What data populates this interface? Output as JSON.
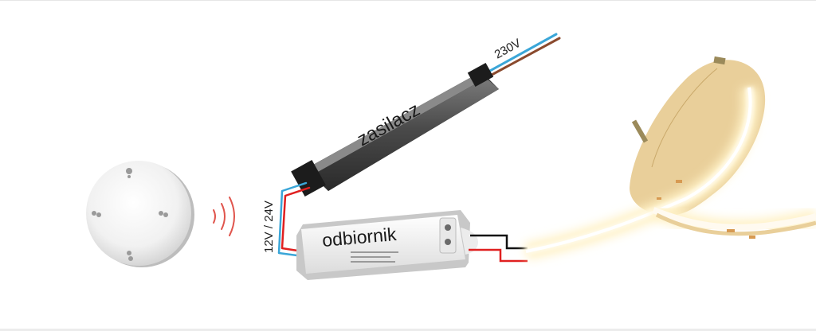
{
  "labels": {
    "psu": "zasilacz",
    "mains_voltage": "230V",
    "dc_voltage": "12V / 24V",
    "receiver": "odbiornik"
  },
  "colors": {
    "wire_blue": "#3aa6d8",
    "wire_brown": "#8a4a2e",
    "wire_red": "#e02020",
    "wire_black": "#111111",
    "signal_red": "#e0554d",
    "led_glow": "#fff2c8",
    "tape_tan": "#e9cf9a"
  },
  "icons": {
    "remote": "round-remote-icon",
    "signal": "wireless-signal-icon",
    "psu": "power-supply-icon",
    "receiver": "receiver-module-icon",
    "strip": "led-strip-icon"
  }
}
